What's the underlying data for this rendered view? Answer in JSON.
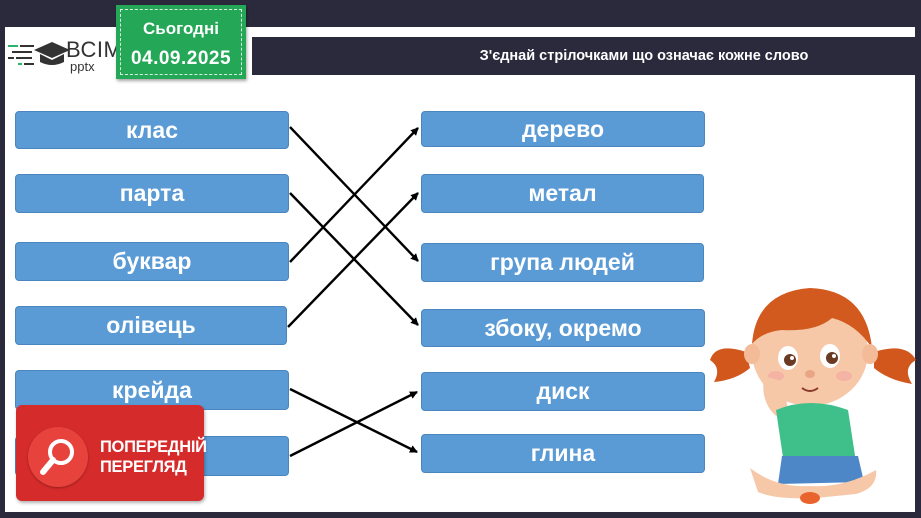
{
  "brand": {
    "name": "ВСІМ",
    "sub": "pptx"
  },
  "date_badge": {
    "label": "Сьогодні",
    "date": "04.09.2025",
    "color": "#24a857"
  },
  "header": {
    "title": "З'єднай стрілочками  що означає кожне слово"
  },
  "left_words": [
    {
      "label": "клас"
    },
    {
      "label": "парта"
    },
    {
      "label": "буквар"
    },
    {
      "label": "олівець"
    },
    {
      "label": "крейда"
    },
    {
      "label": ""
    }
  ],
  "right_words": [
    {
      "label": "дерево"
    },
    {
      "label": "метал"
    },
    {
      "label": "група людей"
    },
    {
      "label": "збоку, окремо"
    },
    {
      "label": "диск"
    },
    {
      "label": "глина"
    }
  ],
  "connections": [
    {
      "from": "клас",
      "to": "група людей"
    },
    {
      "from": "парта",
      "to": "збоку, окремо"
    },
    {
      "from": "буквар",
      "to": "дерево"
    },
    {
      "from": "олівець",
      "to": "метал"
    },
    {
      "from": "крейда",
      "to": "глина"
    },
    {
      "from": "(hidden)",
      "to": "диск"
    }
  ],
  "preview_button": {
    "line1": "ПОПЕРЕДНІЙ",
    "line2": "ПЕРЕГЛЯД"
  },
  "colors": {
    "frame": "#2b2a3d",
    "box": "#5b9bd5",
    "preview": "#d52b2b"
  }
}
